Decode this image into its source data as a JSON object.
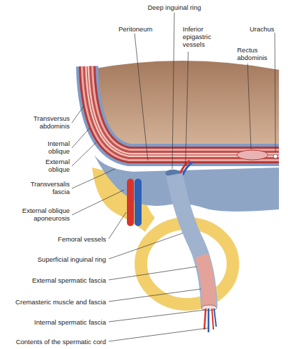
{
  "diagram": {
    "labels": [
      "Deep inguinal ring",
      "Peritoneum",
      "Inferior epigastric vessels",
      "Urachus",
      "Rectus abdominis",
      "Transversus abdominis",
      "Internal oblique",
      "External oblique",
      "Transversalis fascia",
      "External oblique aponeurosis",
      "Femoral vessels",
      "Superficial inguinal ring",
      "External spermatic fascia",
      "Cremasteric muscle and fascia",
      "Internal spermatic fascia",
      "Contents of the spermatic cord"
    ]
  }
}
